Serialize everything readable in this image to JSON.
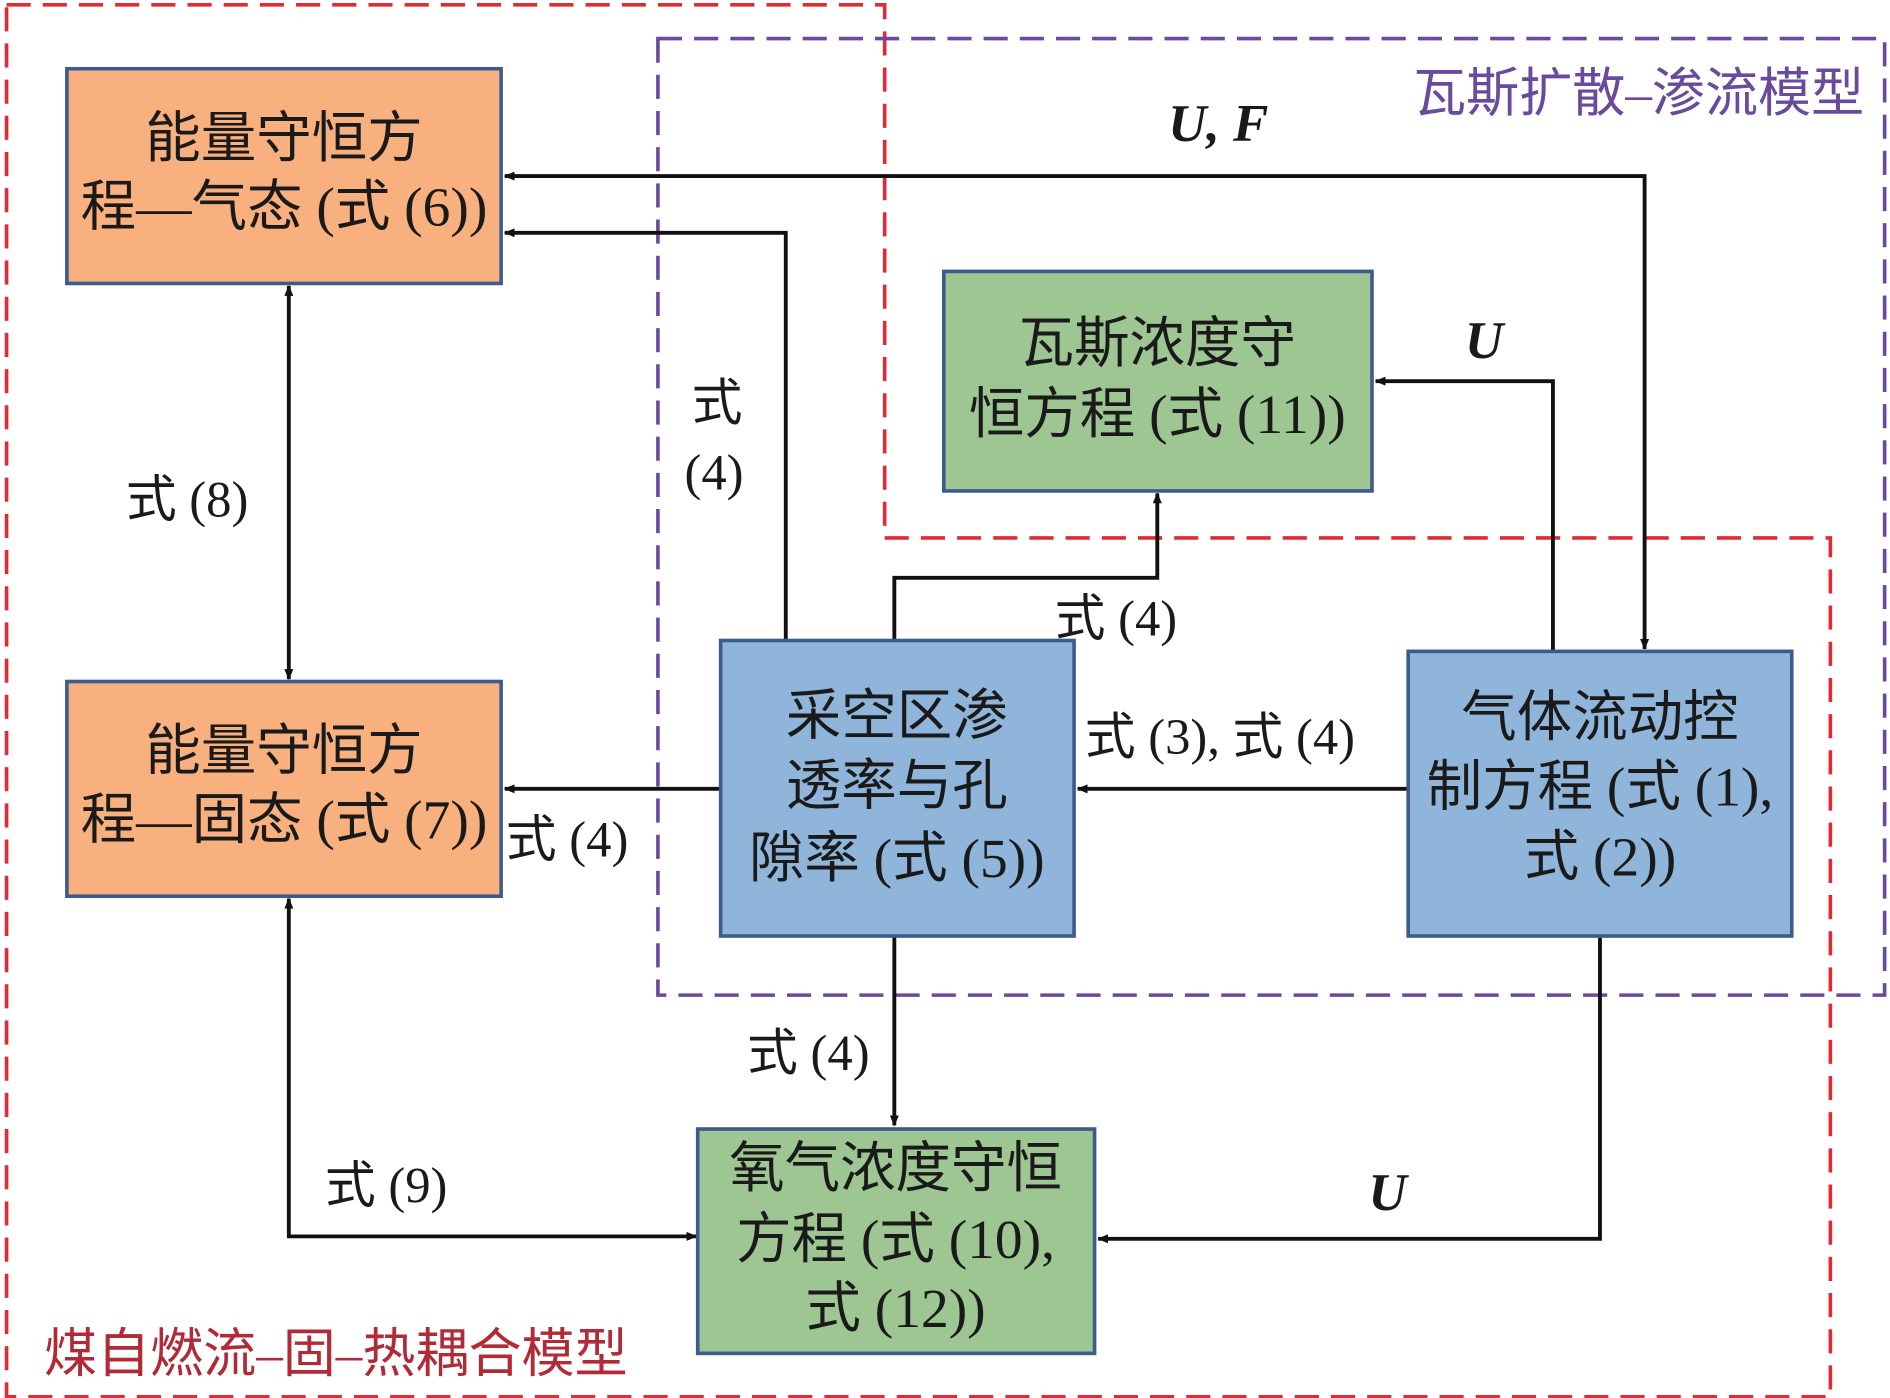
{
  "regions": {
    "coal_model": {
      "title": "煤自燃流–固–热耦合模型",
      "color": "#e02b35"
    },
    "gas_model": {
      "title": "瓦斯扩散–渗流模型",
      "color": "#6a4a9c"
    }
  },
  "boxes": {
    "energy_gas": {
      "lines": [
        "能量守恒方",
        "程—气态 (式 (6))"
      ],
      "color": "#f8b07f"
    },
    "energy_solid": {
      "lines": [
        "能量守恒方",
        "程—固态 (式 (7))"
      ],
      "color": "#f8b07f"
    },
    "methane": {
      "lines": [
        "瓦斯浓度守",
        "恒方程 (式 (11))"
      ],
      "color": "#9dc693"
    },
    "permeability": {
      "lines": [
        "采空区渗",
        "透率与孔",
        "隙率 (式 (5))"
      ],
      "color": "#8fb6da"
    },
    "gas_flow": {
      "lines": [
        "气体流动控",
        "制方程 (式 (1),",
        "式 (2))"
      ],
      "color": "#8fb6da"
    },
    "oxygen": {
      "lines": [
        "氧气浓度守恒",
        "方程 (式 (10),",
        "式 (12))"
      ],
      "color": "#9dc693"
    }
  },
  "edge_labels": {
    "uf": "U, F",
    "u_methane": "U",
    "u_oxygen": "U",
    "eq8": "式 (8)",
    "eq4_vertical": [
      "式",
      "(4)"
    ],
    "eq4_methane": "式 (4)",
    "eq3_4": "式 (3), 式 (4)",
    "eq4_solid": "式 (4)",
    "eq4_oxygen": "式 (4)",
    "eq9": "式 (9)"
  }
}
